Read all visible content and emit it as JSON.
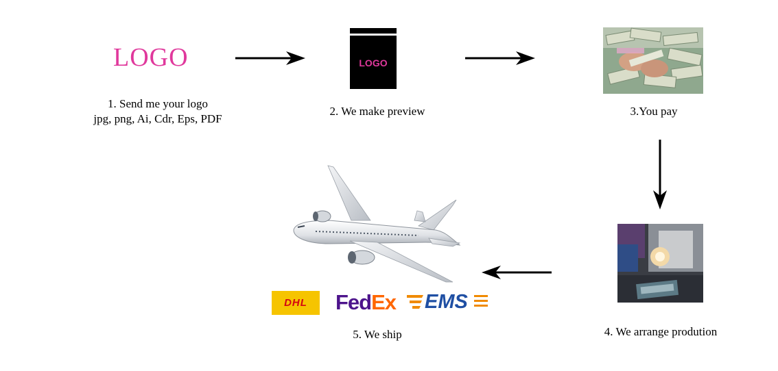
{
  "steps": {
    "step1": {
      "logo": "LOGO",
      "caption_line1": "1. Send me your logo",
      "caption_line2": "jpg, png, Ai, Cdr, Eps, PDF"
    },
    "step2": {
      "preview_logo": "LOGO",
      "caption": "2. We make preview"
    },
    "step3": {
      "caption": "3.You pay"
    },
    "step4": {
      "caption": "4. We arrange prodution"
    },
    "step5": {
      "caption": "5. We ship"
    }
  },
  "carriers": {
    "dhl": "DHL",
    "fedex_fed": "Fed",
    "fedex_ex": "Ex",
    "ems": "EMS"
  },
  "colors": {
    "logo_pink": "#e0389c",
    "dhl_yellow": "#f6c400",
    "dhl_red": "#d40511",
    "fedex_purple": "#4d148c",
    "fedex_orange": "#ff6600",
    "ems_blue": "#1f4fa3"
  }
}
